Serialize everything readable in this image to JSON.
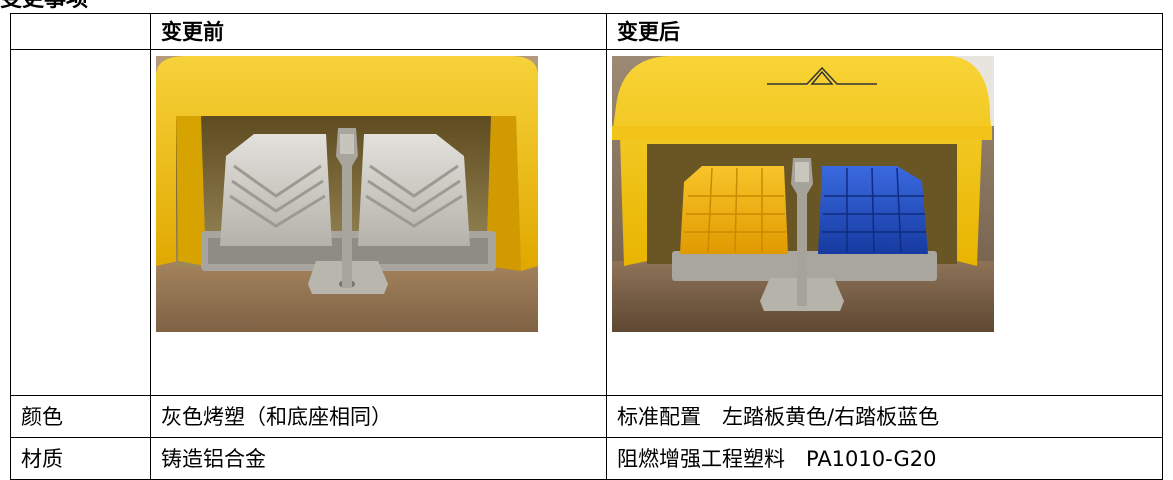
{
  "section": {
    "title": "变更事项"
  },
  "table": {
    "headers": [
      "",
      "变更前",
      "变更后"
    ],
    "rows": [
      {
        "label": "颜色",
        "before": "灰色烤塑（和底座相同）",
        "after": "标准配置　左踏板黄色/右踏板蓝色"
      },
      {
        "label": "材质",
        "before": "铸造铝合金",
        "after": "阻燃增强工程塑料　PA1010-G20"
      }
    ]
  },
  "images": {
    "before": {
      "icon": "foot-switch-photo",
      "pedal_left_color": "#c9c6bf",
      "pedal_right_color": "#c9c6bf",
      "cover_color": "#f0c020"
    },
    "after": {
      "icon": "foot-switch-photo",
      "pedal_left_color": "#f2b40c",
      "pedal_right_color": "#1e4fc8",
      "cover_color": "#f0c020"
    }
  }
}
